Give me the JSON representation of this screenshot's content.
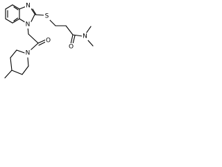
{
  "molecule": {
    "atom_labels": {
      "n_imidazole_top": "N",
      "n_imidazole_bottom": "N",
      "sulfur": "S",
      "o_ketone": "O",
      "n_piperidine": "N",
      "o_amide": "O",
      "n_amide": "N"
    }
  }
}
